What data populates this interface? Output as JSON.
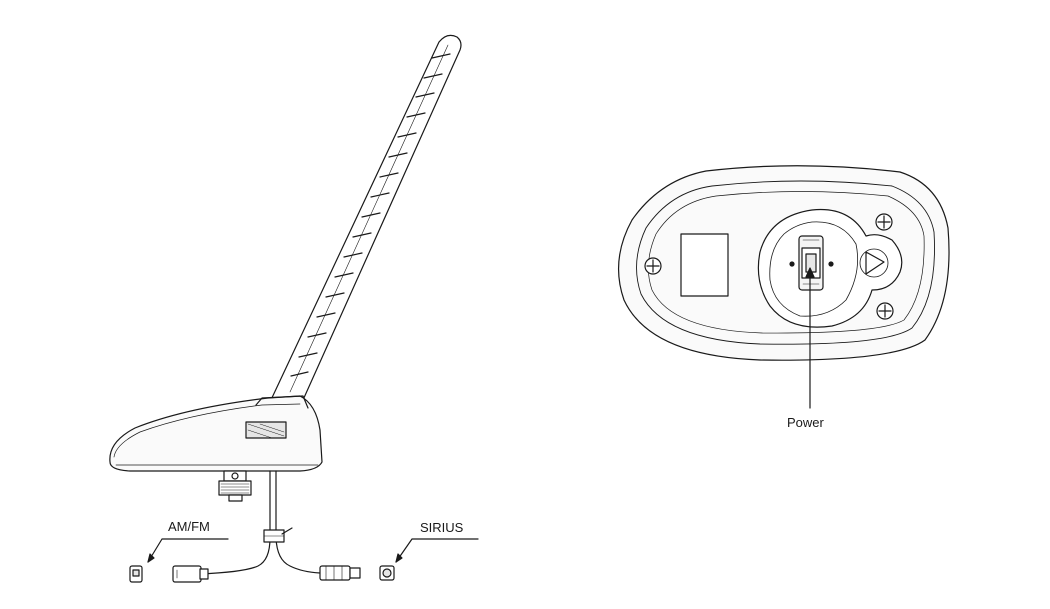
{
  "labels": {
    "am_fm": "AM/FM",
    "sirius": "SIRIUS",
    "power": "Power"
  },
  "colors": {
    "line": "#1a1a1a",
    "fill_light": "#f4f4f4",
    "fill_mid": "#e6e6e6",
    "background": "#ffffff"
  }
}
